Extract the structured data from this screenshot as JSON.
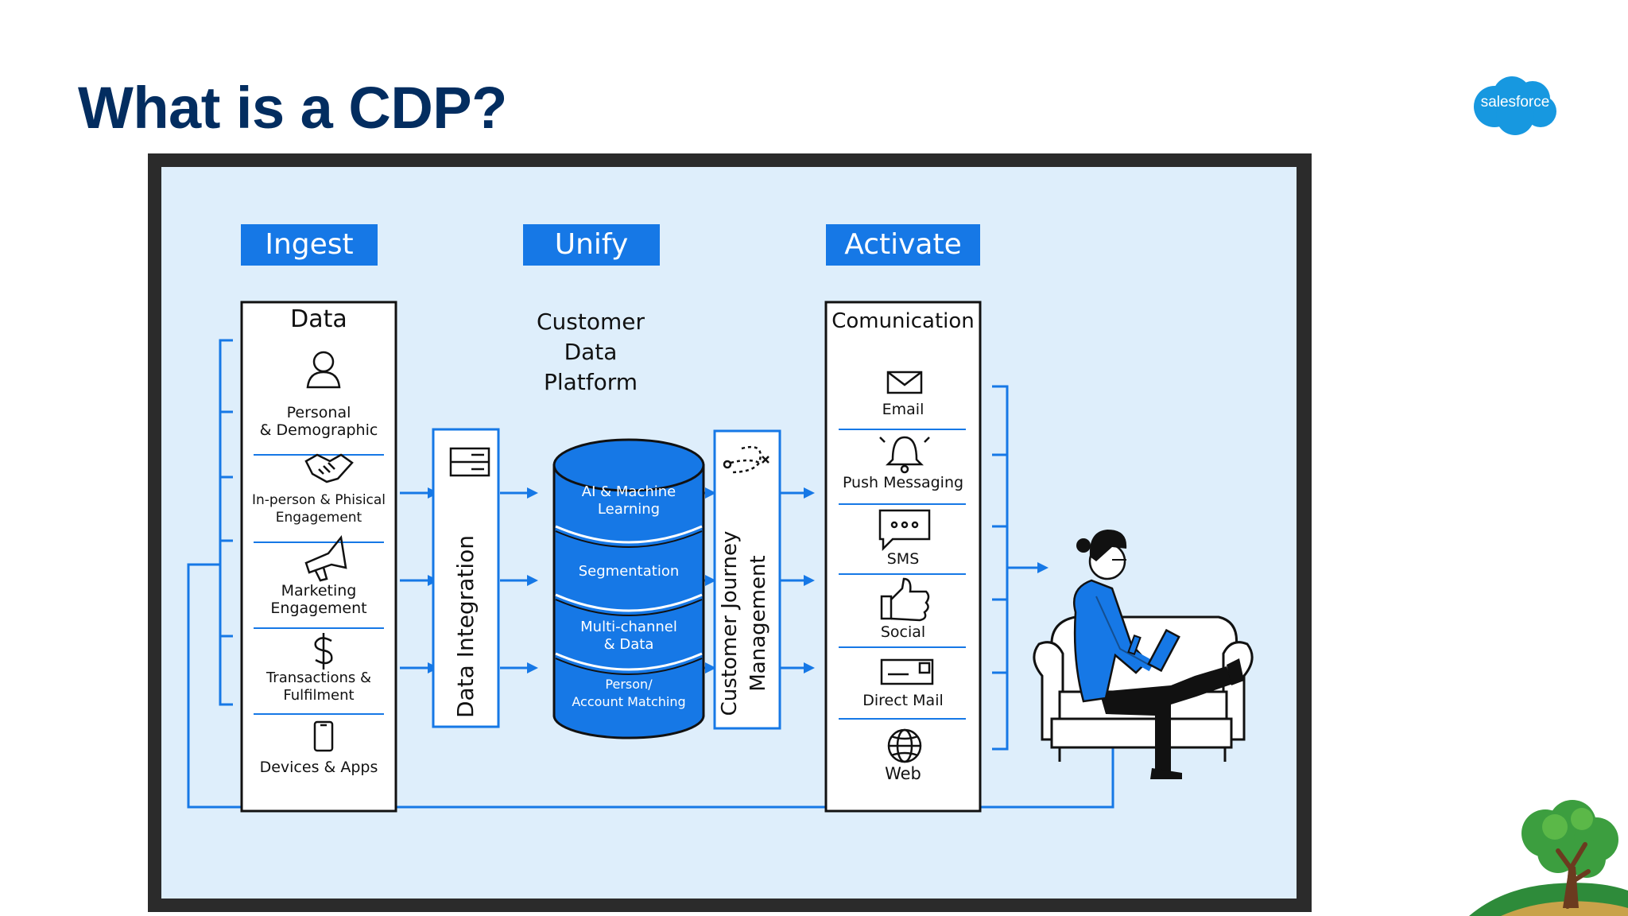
{
  "slide": {
    "title": "What is a CDP?",
    "logo_text": "salesforce"
  },
  "colors": {
    "title": "#032d60",
    "accent_blue": "#1678e6",
    "panel_bg": "#deeefb",
    "frame": "#2b2b2b",
    "logo_blue": "#1798e0"
  },
  "diagram": {
    "stages": [
      "Ingest",
      "Unify",
      "Activate"
    ],
    "data_column": {
      "title": "Data",
      "items": [
        {
          "label": "Personal\n& Demographic",
          "icon": "person-icon"
        },
        {
          "label": "In-person & Phisical\nEngagement",
          "icon": "handshake-icon"
        },
        {
          "label": "Marketing\nEngagement",
          "icon": "megaphone-icon"
        },
        {
          "label": "Transactions &\nFulfilment",
          "icon": "dollar-icon"
        },
        {
          "label": "Devices & Apps",
          "icon": "phone-icon"
        }
      ]
    },
    "integration_label": "Data Integration",
    "platform_title": "Customer Data\nPlatform",
    "platform_layers": [
      "AI & Machine\nLearning",
      "Segmentation",
      "Multi-channel\n& Data",
      "Person/\nAccount Matching"
    ],
    "journey_label": "Customer Journey\nManagement",
    "communication_column": {
      "title": "Comunication",
      "items": [
        {
          "label": "Email",
          "icon": "envelope-icon"
        },
        {
          "label": "Push Messaging",
          "icon": "bell-icon"
        },
        {
          "label": "SMS",
          "icon": "chat-bubble-icon"
        },
        {
          "label": "Social",
          "icon": "thumbs-up-icon"
        },
        {
          "label": "Direct Mail",
          "icon": "mail-envelope-icon"
        },
        {
          "label": "Web",
          "icon": "globe-icon"
        }
      ]
    },
    "illustration": "person-on-couch-icon"
  }
}
